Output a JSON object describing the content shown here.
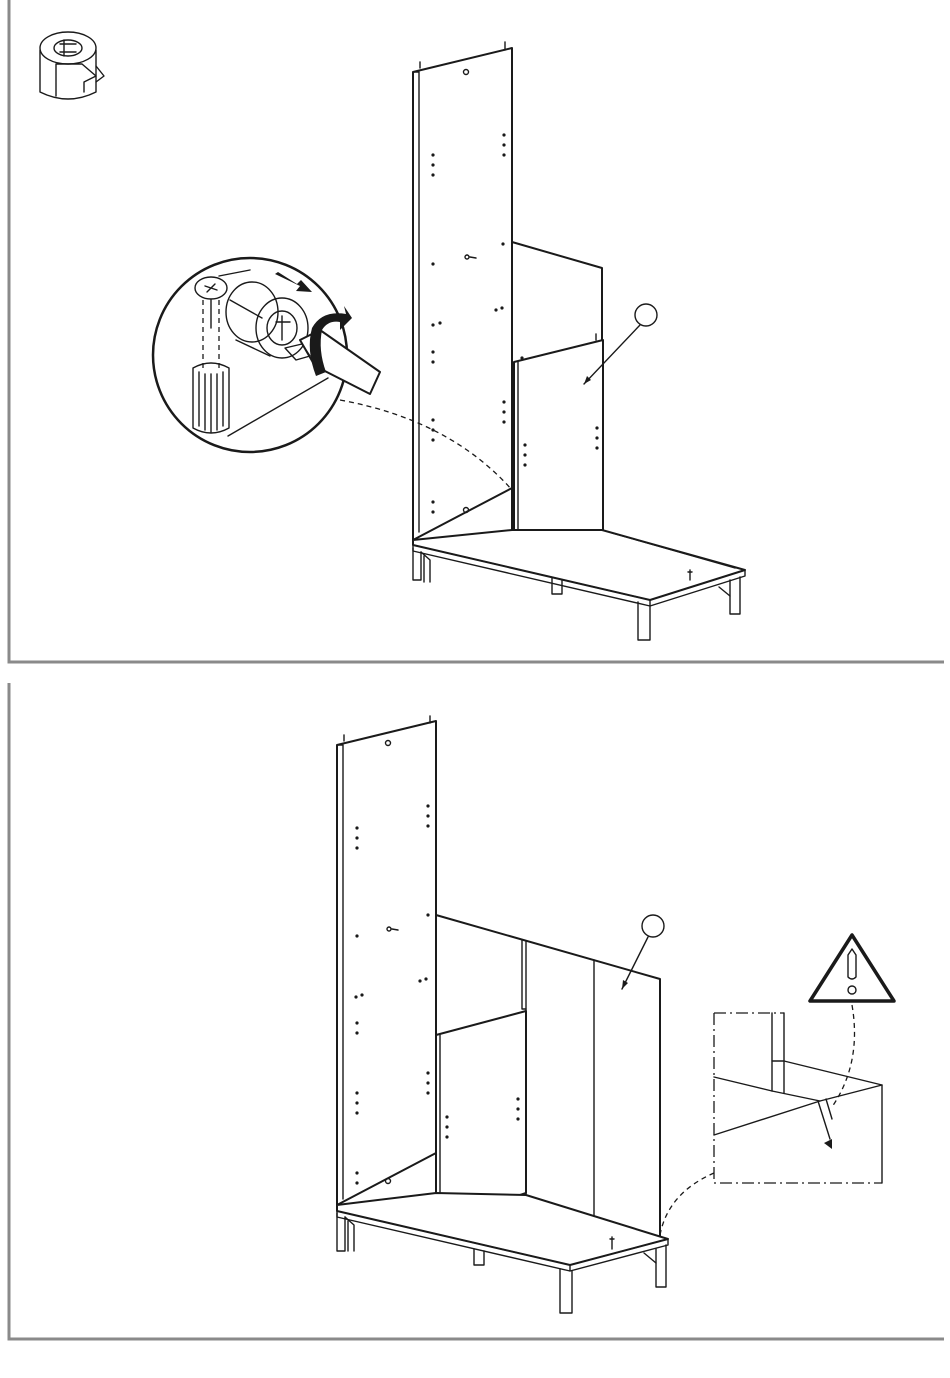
{
  "page": {
    "step_count": 2
  },
  "step1": {
    "icon": "cam-lock-icon",
    "detail": "cam-lock-tightening-detail",
    "callout_number": "",
    "rotation_direction": "clockwise"
  },
  "step2": {
    "callout_number": "",
    "warning": "exclamation-warning-icon",
    "detail": "panel-alignment-detail"
  },
  "colors": {
    "line": "#1a1a1a",
    "frame": "#8a8a8a",
    "background": "#ffffff"
  }
}
